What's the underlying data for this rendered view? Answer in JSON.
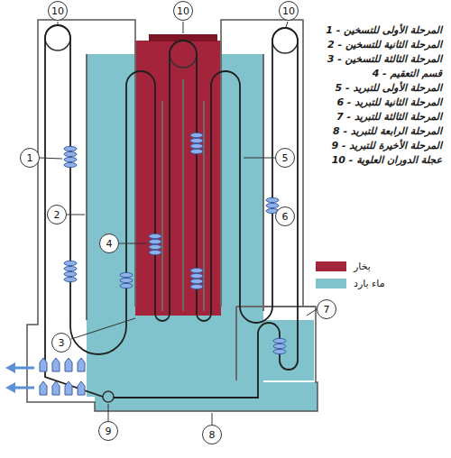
{
  "diagram": {
    "nodes": [
      {
        "text": [
          "10"
        ]
      },
      {
        "text": [
          "10"
        ]
      },
      {
        "text": [
          "10"
        ]
      },
      {
        "text": [
          "1"
        ]
      },
      {
        "text": [
          "5"
        ]
      },
      {
        "text": [
          "6"
        ]
      },
      {
        "text": [
          "2"
        ]
      },
      {
        "text": [
          "4"
        ]
      },
      {
        "text": [
          "7"
        ]
      },
      {
        "text": [
          "3"
        ]
      },
      {
        "text": [
          "9"
        ]
      },
      {
        "text": [
          "8"
        ]
      }
    ],
    "labels": [
      "1 - المرحلة الأولى للتسخين",
      "2 - المرحلة الثانية للتسخين",
      "3 - المرحلة الثالثة للتسخين",
      "4 - قسم التعقيم",
      "5 - المرحلة الأولى للتبريد",
      "6 - المرحلة الثانية للتبريد",
      "7 - المرحلة الثالثة للتبريد",
      "8 - المرحلة الرابعة للتبريد",
      "9 - المرحلة الأخيرة للتبريد",
      "10 - عجلة الدوران العلوية"
    ],
    "legend": [
      {
        "text": "بخار",
        "color": "#a4243b"
      },
      {
        "text": "ماء بارد",
        "color": "#80c3cc"
      }
    ]
  }
}
